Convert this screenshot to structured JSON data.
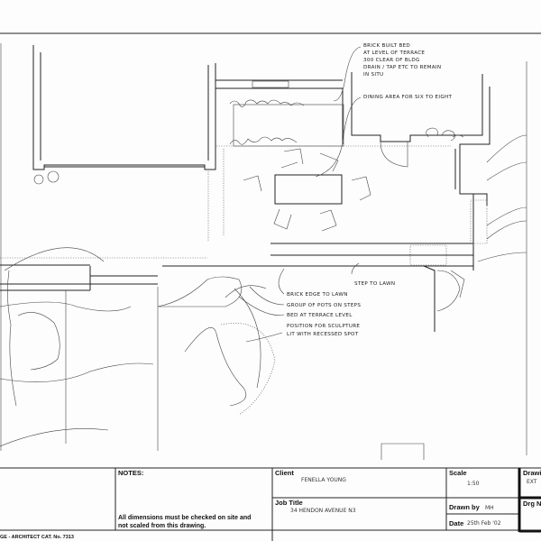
{
  "annotations": {
    "brick_bed": [
      "BRICK BUILT BED",
      "AT LEVEL OF TERRACE",
      "300 CLEAR OF BLDG",
      "DRAIN / TAP ETC TO REMAIN",
      "IN SITU"
    ],
    "dining": "DINING AREA FOR SIX TO EIGHT",
    "step": "STEP TO LAWN",
    "brick_edge": "BRICK EDGE TO LAWN",
    "pots": "GROUP OF POTS ON STEPS",
    "bed_terrace": "BED AT TERRACE LEVEL",
    "sculpture": [
      "POSITION FOR SCULPTURE",
      "LIT WITH RECESSED SPOT"
    ]
  },
  "title_block": {
    "notes_label": "NOTES:",
    "notes_text": [
      "All dimensions must be checked on site and",
      "not scaled from this drawing."
    ],
    "client_label": "Client",
    "client_value": "FENELLA YOUNG",
    "job_title_label": "Job Title",
    "job_title_value": "34 HENDON AVENUE N3",
    "scale_label": "Scale",
    "scale_value": "1:50",
    "drawn_by_label": "Drawn by",
    "drawn_by_value": "MH",
    "date_label": "Date",
    "date_value": "25th Feb '02",
    "drawing_label": "Drawi",
    "drawing_value": "EXT",
    "drg_no_label": "Drg N",
    "catalogue": "GE - ARCHITECT CAT. No. 7313"
  }
}
